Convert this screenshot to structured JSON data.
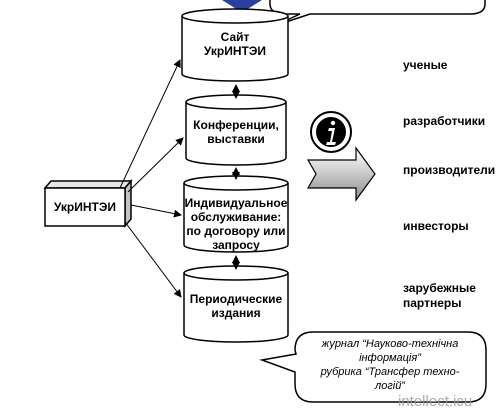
{
  "org_box": {
    "label": "УкрИНТЭИ"
  },
  "services": [
    {
      "label": "Сайт\nУкрИНТЭИ"
    },
    {
      "label": "Конференции,\nвыставки"
    },
    {
      "label": "Индивидуальное\nобслуживание:\nпо договору или\nзапросу"
    },
    {
      "label": "Периодические\nиздания"
    }
  ],
  "audience": [
    "ученые",
    "разработчики",
    "производители",
    "инвесторы",
    "зарубежные\nпартнеры"
  ],
  "publications_callout": {
    "line1": "журнал “Науково-технічна",
    "line2": "інформація”",
    "line3": "рубрика “Трансфер техно-",
    "line4": "логій”"
  },
  "info_icon": {
    "name": "info-icon"
  },
  "watermark": "intellect.icu",
  "colors": {
    "stroke": "#000000",
    "box_fill": "#ffffff",
    "side_fill": "#d0d0d0",
    "accent": "#3a4fb0"
  }
}
